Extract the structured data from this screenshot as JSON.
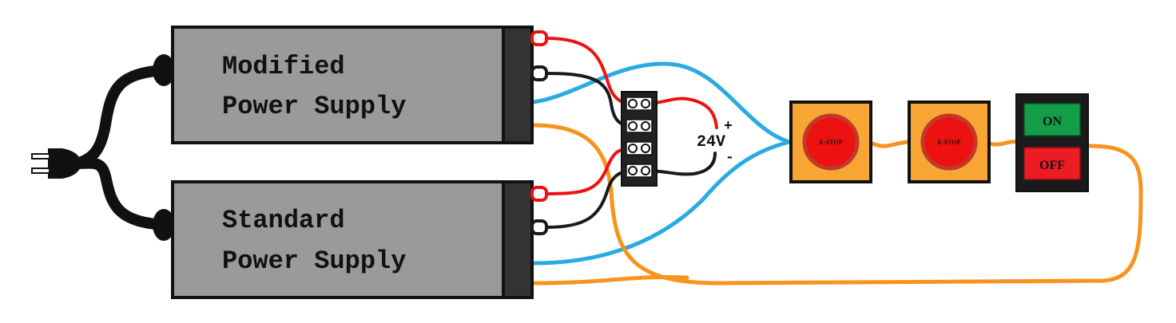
{
  "supplies": {
    "modified": {
      "line1": "Modified",
      "line2": "Power Supply"
    },
    "standard": {
      "line1": "Standard",
      "line2": "Power Supply"
    }
  },
  "output": {
    "voltage": "24V",
    "plus": "+",
    "minus": "-"
  },
  "estop_1": {
    "label": "E-STOP"
  },
  "estop_2": {
    "label": "E-STOP"
  },
  "switch": {
    "on_label": "ON",
    "off_label": "OFF"
  },
  "colors": {
    "case": "#9a9a9a",
    "case_end": "#333333",
    "red_wire": "#ee1111",
    "black_wire": "#1a1a1a",
    "blue_wire": "#29abe2",
    "orange_wire": "#f7941d",
    "estop_box": "#f7a533",
    "estop_button": "#ee1111",
    "on_green": "#149e48",
    "off_red": "#ed1c24"
  }
}
